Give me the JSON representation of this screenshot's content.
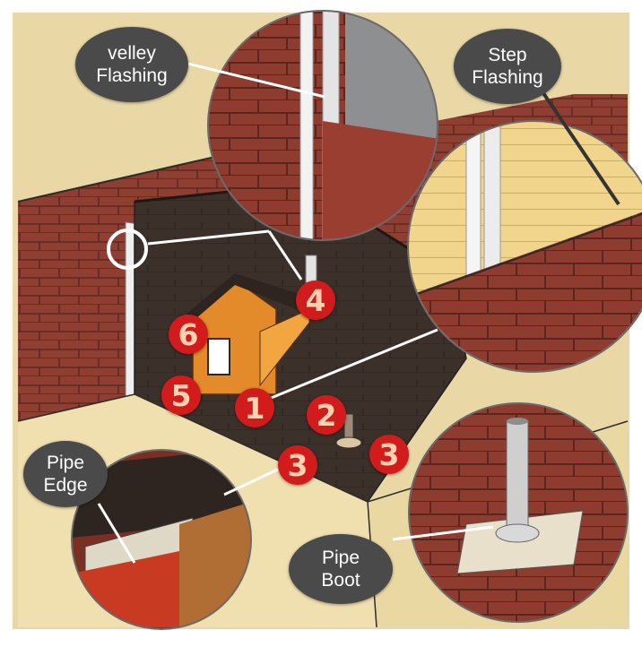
{
  "callouts": {
    "valley_flashing": "velley\nFlashing",
    "step_flashing": "Step\nFlashing",
    "pipe_edge": "Pipe\nEdge",
    "pipe_boot": "Pipe\nBoot"
  },
  "markers": [
    "1",
    "2",
    "3",
    "3",
    "4",
    "5",
    "6"
  ],
  "colors": {
    "page": "#e9d8a6",
    "brick": "#8a3b2e",
    "shingle": "#3a2f29",
    "flashing": "#e6e6e6",
    "marker": "#d21b1b",
    "callout": "#4a4a4a"
  }
}
